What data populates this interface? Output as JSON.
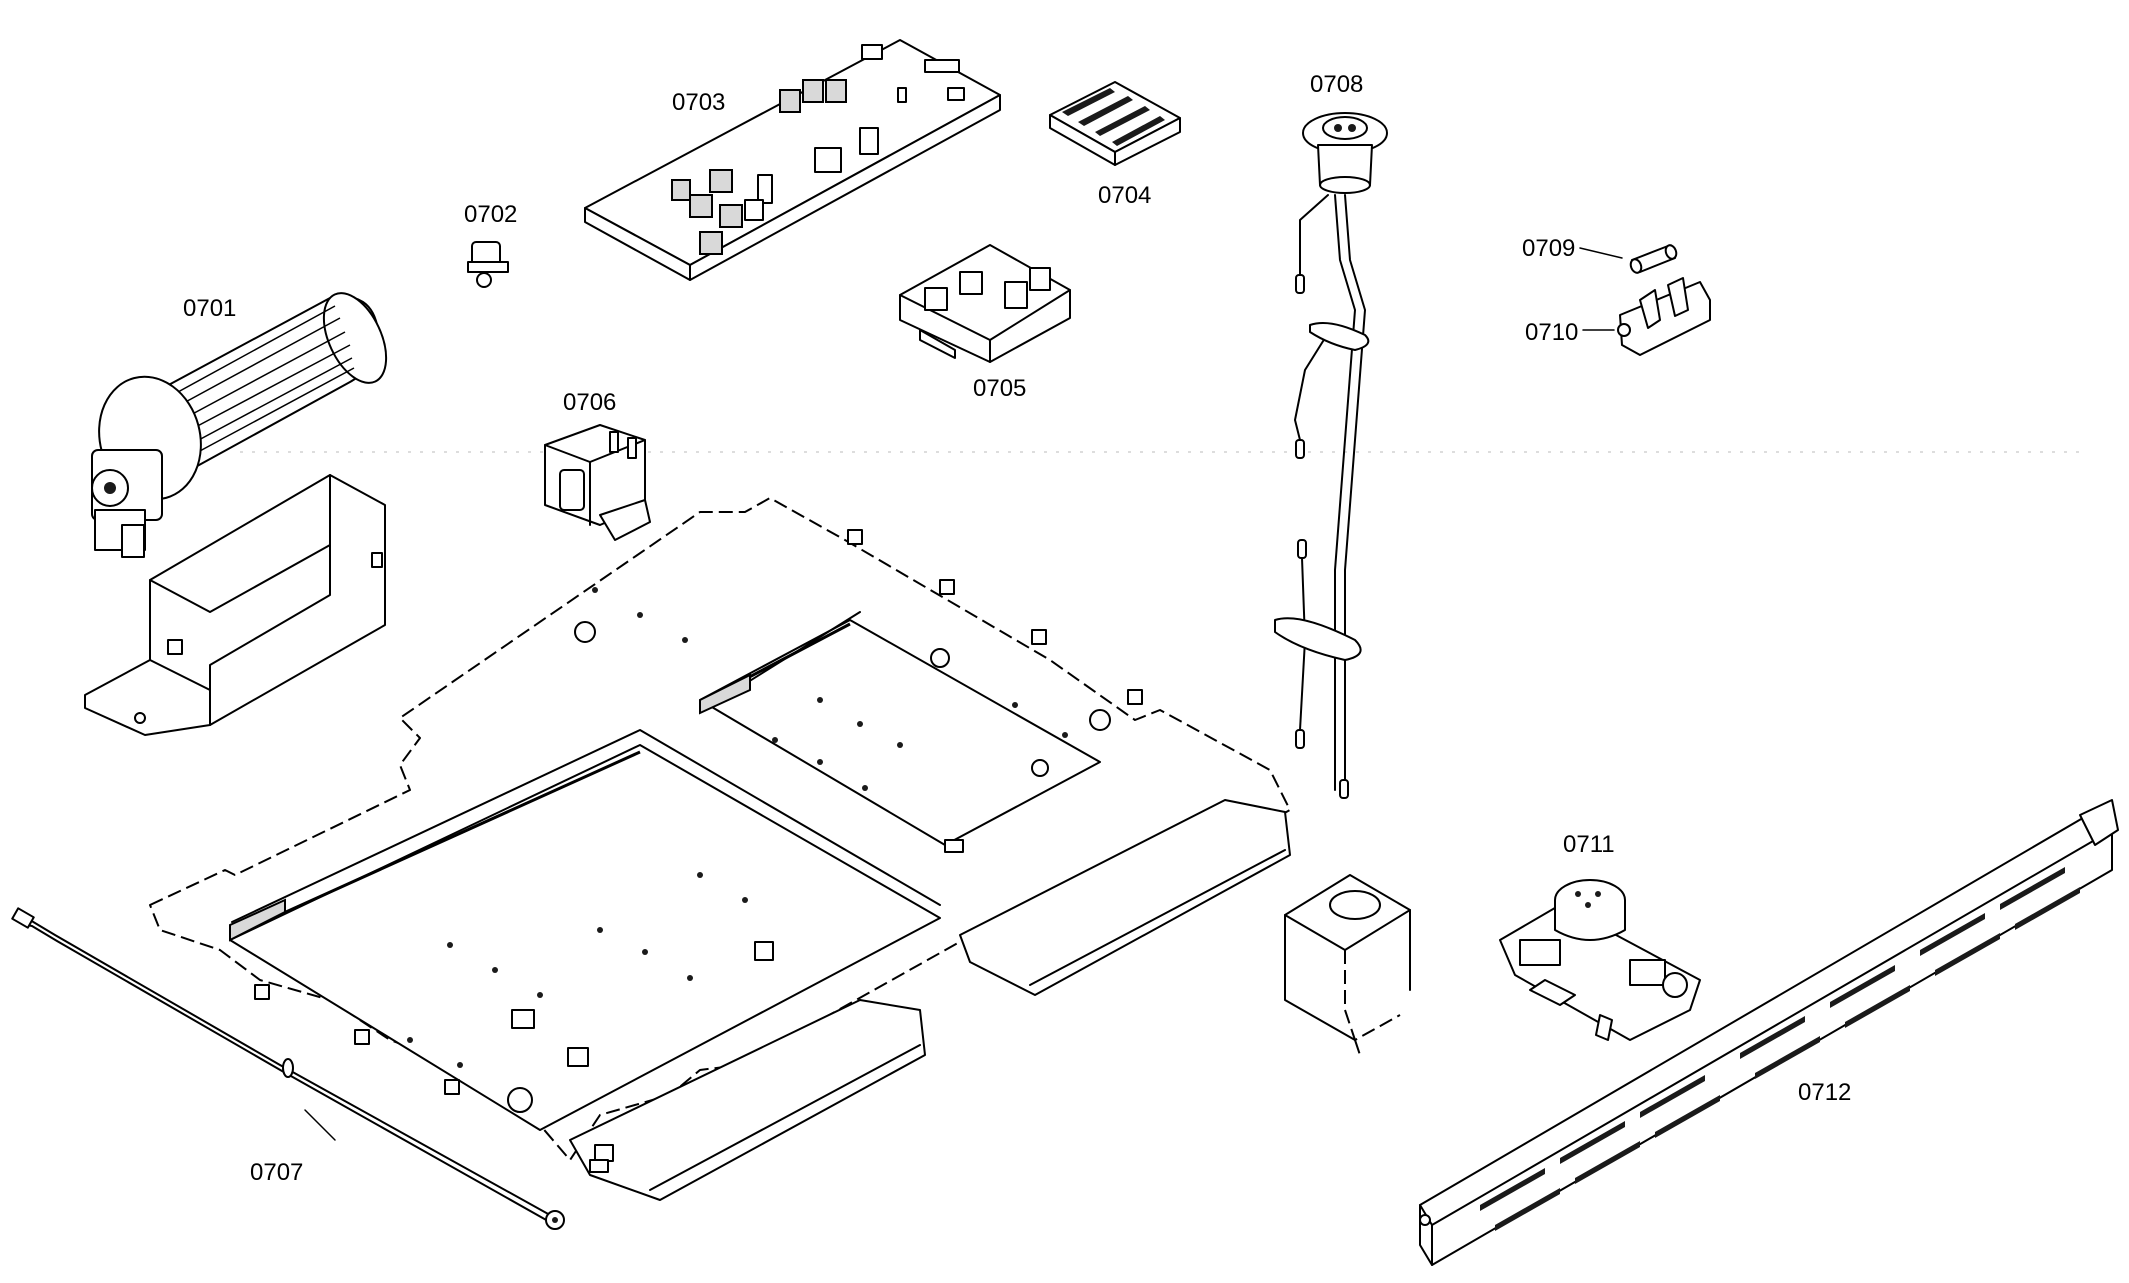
{
  "parts": [
    {
      "id": "0701",
      "label": "0701"
    },
    {
      "id": "0702",
      "label": "0702"
    },
    {
      "id": "0703",
      "label": "0703"
    },
    {
      "id": "0704",
      "label": "0704"
    },
    {
      "id": "0705",
      "label": "0705"
    },
    {
      "id": "0706",
      "label": "0706"
    },
    {
      "id": "0707",
      "label": "0707"
    },
    {
      "id": "0708",
      "label": "0708"
    },
    {
      "id": "0709",
      "label": "0709"
    },
    {
      "id": "0710",
      "label": "0710"
    },
    {
      "id": "0711",
      "label": "0711"
    },
    {
      "id": "0712",
      "label": "0712"
    }
  ]
}
